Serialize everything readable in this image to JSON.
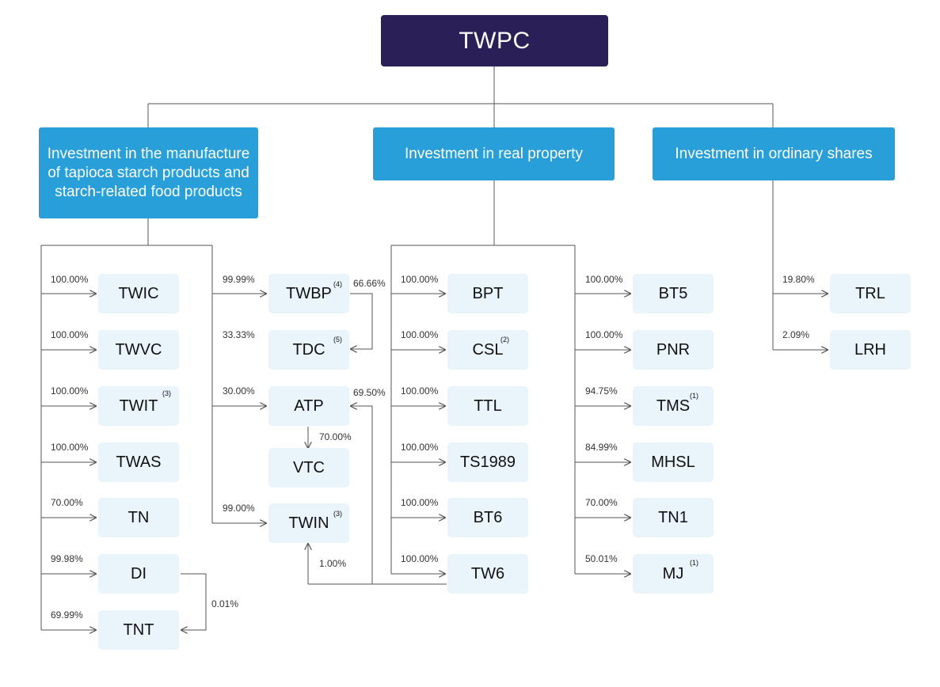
{
  "root": {
    "label": "TWPC"
  },
  "categories": {
    "manufacture": {
      "lines": [
        "Investment in the manufacture",
        "of tapioca starch products and",
        "starch-related food products"
      ]
    },
    "property": {
      "label": "Investment in real property"
    },
    "shares": {
      "label": "Investment in ordinary shares"
    }
  },
  "nodes": {
    "twic": {
      "label": "TWIC",
      "pct": "100.00%"
    },
    "twvc": {
      "label": "TWVC",
      "pct": "100.00%"
    },
    "twit": {
      "label": "TWIT",
      "note": "(3)",
      "pct": "100.00%"
    },
    "twas": {
      "label": "TWAS",
      "pct": "100.00%"
    },
    "tn": {
      "label": "TN",
      "pct": "70.00%"
    },
    "di": {
      "label": "DI",
      "pct": "99.98%"
    },
    "tnt": {
      "label": "TNT",
      "pct": "69.99%",
      "pct_from_di": "0.01%"
    },
    "twbp": {
      "label": "TWBP",
      "note": "(4)",
      "pct": "99.99%"
    },
    "tdc": {
      "label": "TDC",
      "note": "(5)",
      "pct": "33.33%",
      "pct_from_twbp": "66.66%"
    },
    "atp": {
      "label": "ATP",
      "pct": "30.00%",
      "pct_from_tw6": "69.50%"
    },
    "vtc": {
      "label": "VTC",
      "pct_from_atp": "70.00%"
    },
    "twin": {
      "label": "TWIN",
      "note": "(3)",
      "pct": "99.00%",
      "pct_from_tw6": "1.00%"
    },
    "bpt": {
      "label": "BPT",
      "pct": "100.00%"
    },
    "csl": {
      "label": "CSL",
      "note": "(2)",
      "pct": "100.00%"
    },
    "ttl": {
      "label": "TTL",
      "pct": "100.00%"
    },
    "ts1989": {
      "label": "TS1989",
      "pct": "100.00%"
    },
    "bt6": {
      "label": "BT6",
      "pct": "100.00%"
    },
    "tw6": {
      "label": "TW6",
      "pct": "100.00%"
    },
    "bt5": {
      "label": "BT5",
      "pct": "100.00%"
    },
    "pnr": {
      "label": "PNR",
      "pct": "100.00%"
    },
    "tms": {
      "label": "TMS",
      "note": "(1)",
      "pct": "94.75%"
    },
    "mhsl": {
      "label": "MHSL",
      "pct": "84.99%"
    },
    "tn1": {
      "label": "TN1",
      "pct": "70.00%"
    },
    "mj": {
      "label": "MJ",
      "note": "(1)",
      "pct": "50.01%"
    },
    "trl": {
      "label": "TRL",
      "pct": "19.80%"
    },
    "lrh": {
      "label": "LRH",
      "pct": "2.09%"
    }
  },
  "colors": {
    "root_bg": "#2b1f58",
    "category_bg": "#289fd9",
    "node_bg": "#eaf4fb",
    "line": "#555555"
  }
}
